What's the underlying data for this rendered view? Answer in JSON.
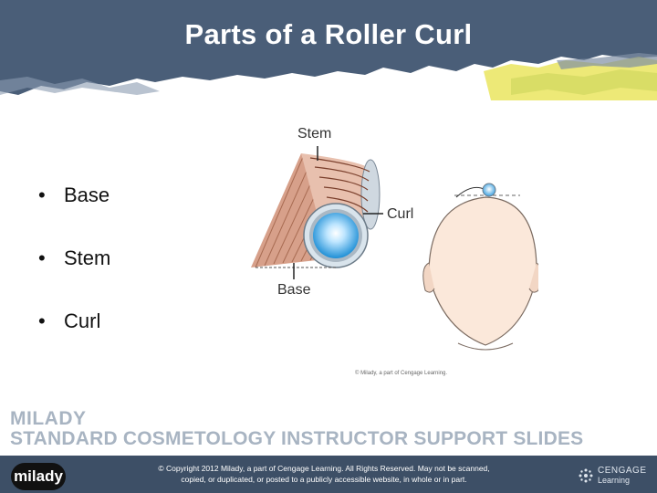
{
  "header": {
    "title": "Parts of a Roller Curl"
  },
  "bullets": [
    {
      "label": "Base"
    },
    {
      "label": "Stem"
    },
    {
      "label": "Curl"
    }
  ],
  "diagram": {
    "labels": {
      "stem": "Stem",
      "curl": "Curl",
      "base": "Base"
    },
    "credit": "© Milady, a part of Cengage Learning."
  },
  "brand": {
    "line1": "MILADY",
    "line2": "STANDARD COSMETOLOGY INSTRUCTOR SUPPORT SLIDES"
  },
  "footer": {
    "logo_text": "milady",
    "copyright_line1": "© Copyright 2012 Milady, a part of Cengage Learning. All Rights Reserved. May not be scanned,",
    "copyright_line2": "copied, or duplicated, or posted to a publicly accessible website, in whole or in part.",
    "cengage_line1": "CENGAGE",
    "cengage_line2": "Learning"
  },
  "colors": {
    "header_bg": "#4a5e78",
    "footer_bg": "#3d4f66",
    "accent_yellow": "#e7e24a",
    "brand_gray": "#a8b4c2"
  }
}
